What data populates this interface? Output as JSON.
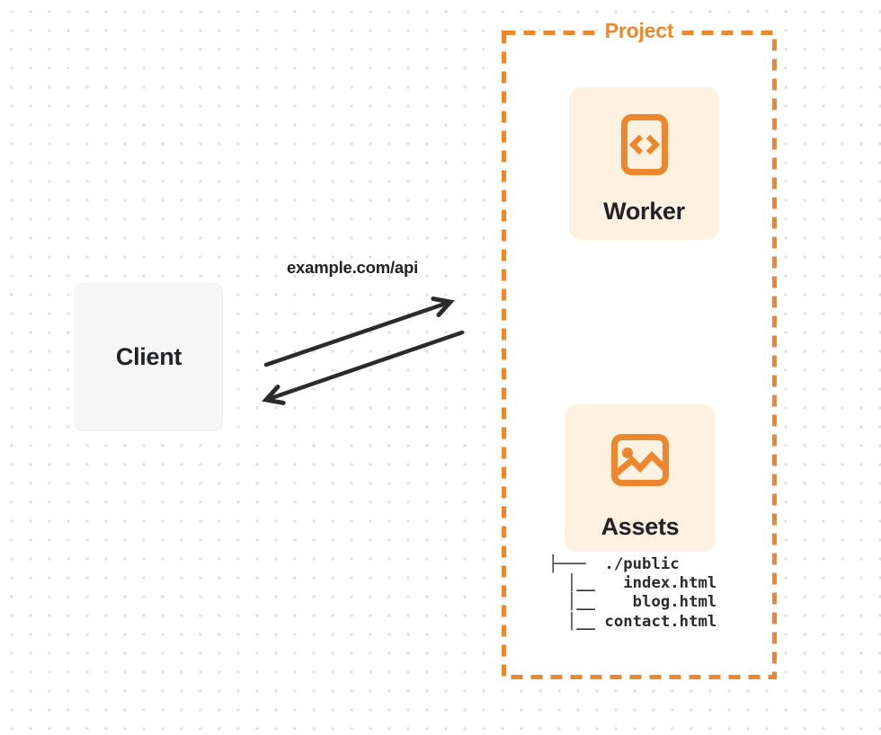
{
  "colors": {
    "accent_orange": "#ED872D",
    "card_cream": "#FDF1E1",
    "client_gray": "#F6F6F7",
    "arrow_dark": "#2B2B2B",
    "text_dark": "#202124",
    "dot_grid": "#E2E2E6"
  },
  "client": {
    "label": "Client"
  },
  "connection": {
    "label": "example.com/api"
  },
  "project": {
    "label": "Project",
    "nodes": {
      "worker": {
        "label": "Worker",
        "icon": "code-file-icon"
      },
      "assets": {
        "label": "Assets",
        "icon": "image-icon"
      }
    },
    "file_tree": {
      "lines": [
        "├───  ./public",
        "  │__   index.html",
        "  │__    blog.html",
        "  │__ contact.html"
      ]
    }
  }
}
